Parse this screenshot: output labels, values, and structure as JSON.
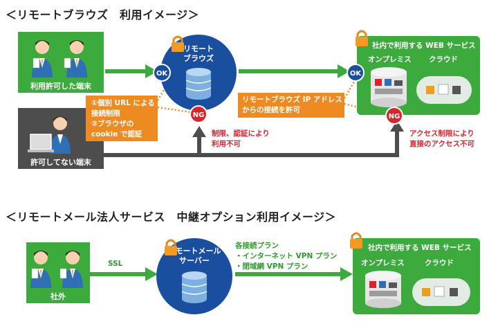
{
  "section1": {
    "title": "＜リモートブラウズ　利用イメージ＞",
    "allowed_terminal": "利用許可した端末",
    "unallowed_terminal": "許可してない端末",
    "server_label_line1": "リモート",
    "server_label_line2": "ブラウズ",
    "ok": "OK",
    "ng": "NG",
    "auth_box_line1": "①個別 URL による",
    "auth_box_line2": "接続制限",
    "auth_box_line3": "②ブラウザの",
    "auth_box_line4": "cookie で認証",
    "ip_box_line1": "リモートブラウズ IP アドレス",
    "ip_box_line2": "からの接続を許可",
    "limit_text_line1": "制限、認証により",
    "limit_text_line2": "利用不可",
    "access_text_line1": "アクセス制限により",
    "access_text_line2": "直接のアクセス不可",
    "service_title": "社内で利用する WEB サービス",
    "onpremise": "オンプレミス",
    "cloud": "クラウド"
  },
  "section2": {
    "title": "＜リモートメール法人サービス　中継オプション利用イメージ＞",
    "outside": "社外",
    "ssl": "SSL",
    "server_label_line1": "リモートメール",
    "server_label_line2": "サーバー",
    "plans_line1": "各接続プラン",
    "plans_line2": "・インターネット VPN プラン",
    "plans_line3": "・閉域網 VPN プラン",
    "service_title": "社内で利用する WEB サービス",
    "onpremise": "オンプレミス",
    "cloud": "クラウド"
  },
  "colors": {
    "green": "#3daa3d",
    "blue": "#1a4f9f",
    "orange": "#ee8a22",
    "red": "#d9232d",
    "gray": "#4d4d4d"
  }
}
